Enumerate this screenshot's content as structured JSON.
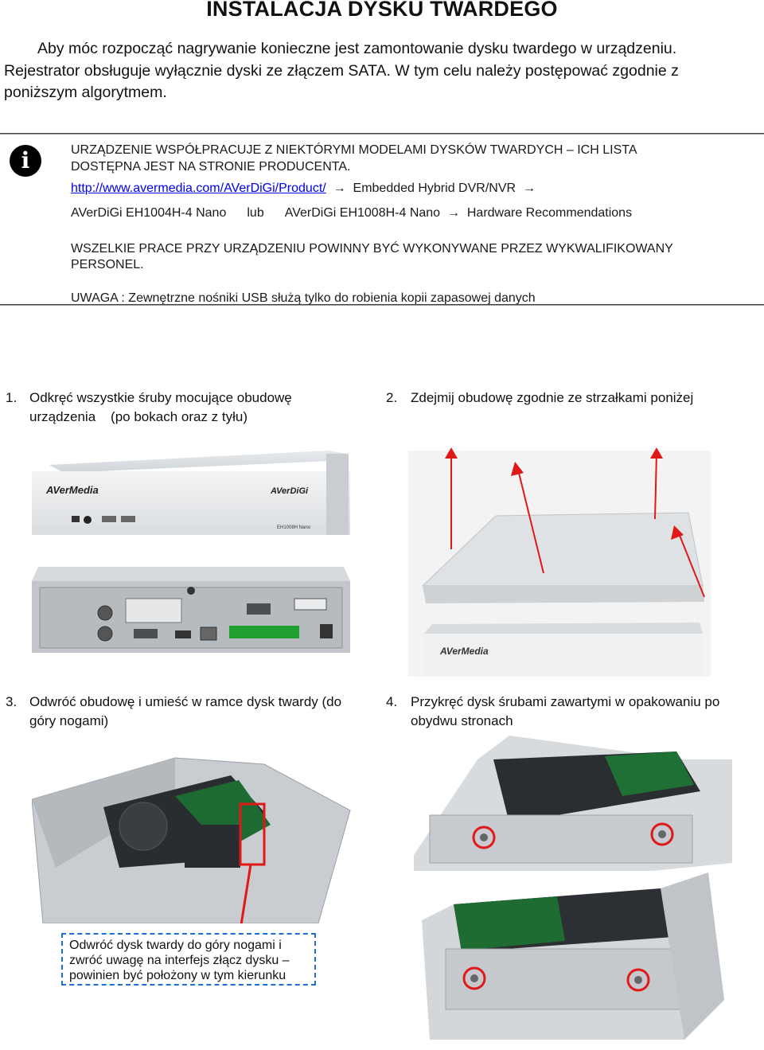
{
  "title": "INSTALACJA DYSKU TWARDEGO",
  "intro": {
    "line1": "Aby móc rozpocząć nagrywanie konieczne jest zamontowanie dysku twardego w urządzeniu.",
    "line2": "Rejestrator obsługuje wyłącznie dyski ze złączem SATA. W tym celu należy postępować zgodnie z",
    "line3": "poniższym algorytmem."
  },
  "notice": {
    "icon": "info-icon",
    "line1": "URZĄDZENIE WSPÓŁPRACUJE Z NIEKTÓRYMI MODELAMI DYSKÓW TWARDYCH – ICH LISTA",
    "line2": "DOSTĘPNA JEST NA STRONIE PRODUCENTA.",
    "link": "http://www.avermedia.com/AVerDiGi/Product/",
    "path1": "Embedded Hybrid DVR/NVR",
    "model1": "AVerDiGi EH1004H-4 Nano",
    "or": "lub",
    "model2": "AVerDiGi EH1008H-4 Nano",
    "path2": "Hardware Recommendations",
    "warn1": "WSZELKIE PRACE PRZY URZĄDZENIU POWINNY BYĆ WYKONYWANE PRZEZ WYKWALIFIKOWANY",
    "warn2": "PERSONEL.",
    "caution": "UWAGA : Zewnętrzne nośniki USB służą tylko do robienia kopii zapasowej danych"
  },
  "steps": [
    {
      "num": "1.",
      "line1": "Odkręć wszystkie śruby mocujące obudowę",
      "line2": "urządzenia    (po bokach oraz z tyłu)"
    },
    {
      "num": "2.",
      "line1": "Zdejmij obudowę zgodnie ze strzałkami poniżej",
      "line2": ""
    },
    {
      "num": "3.",
      "line1": "Odwróć obudowę i umieść w ramce dysk twardy (do",
      "line2": "góry nogami)"
    },
    {
      "num": "4.",
      "line1": "Przykręć dysk śrubami zawartymi w opakowaniu po",
      "line2": "obydwu stronach"
    }
  ],
  "photo_labels": {
    "brand_front": "AVerMedia",
    "brand_logo": "AVerDiGi",
    "model_tag": "EH1008H Nano"
  },
  "callout": {
    "line1": "Odwróć dysk twardy do góry nogami i",
    "line2": "zwróć uwagę na interfejs złącz dysku –",
    "line3": "powinien być położony w tym kierunku"
  },
  "colors": {
    "arrow": "#e01818",
    "callout_border": "#1a6fd6",
    "link": "#0000ee"
  }
}
